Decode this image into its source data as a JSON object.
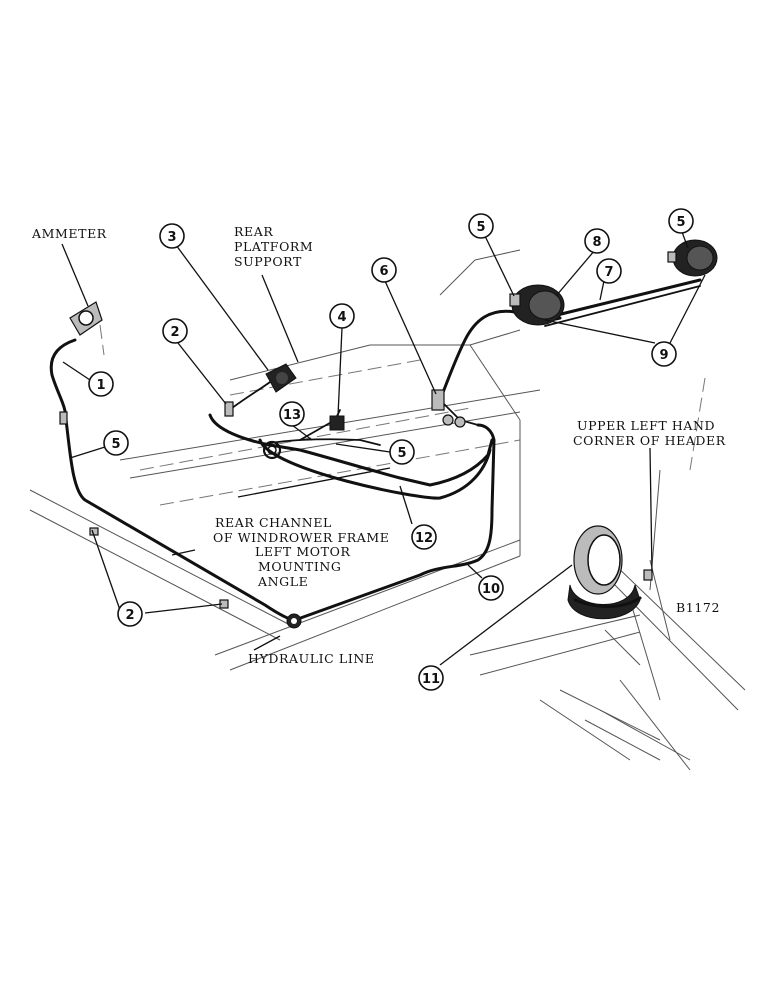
{
  "labels": {
    "ammeter": "AMMETER",
    "rear_platform_support_1": "REAR",
    "rear_platform_support_2": "PLATFORM",
    "rear_platform_support_3": "SUPPORT",
    "upper_left_hand_1": "UPPER LEFT HAND",
    "upper_left_hand_2": "CORNER OF HEADER",
    "rear_channel_1": "REAR CHANNEL",
    "rear_channel_2": "OF WINDROWER FRAME",
    "left_motor_1": "LEFT MOTOR",
    "left_motor_2": "MOUNTING",
    "left_motor_3": "ANGLE",
    "hydraulic_line": "HYDRAULIC LINE",
    "figure_code": "B1172"
  },
  "callouts": [
    {
      "id": "c1",
      "number": "1"
    },
    {
      "id": "c2a",
      "number": "2"
    },
    {
      "id": "c2b",
      "number": "2"
    },
    {
      "id": "c3",
      "number": "3"
    },
    {
      "id": "c4",
      "number": "4"
    },
    {
      "id": "c5a",
      "number": "5"
    },
    {
      "id": "c5b",
      "number": "5"
    },
    {
      "id": "c5c",
      "number": "5"
    },
    {
      "id": "c5d",
      "number": "5"
    },
    {
      "id": "c6",
      "number": "6"
    },
    {
      "id": "c7",
      "number": "7"
    },
    {
      "id": "c8",
      "number": "8"
    },
    {
      "id": "c9",
      "number": "9"
    },
    {
      "id": "c10",
      "number": "10"
    },
    {
      "id": "c11",
      "number": "11"
    },
    {
      "id": "c12",
      "number": "12"
    },
    {
      "id": "c13",
      "number": "13"
    }
  ]
}
